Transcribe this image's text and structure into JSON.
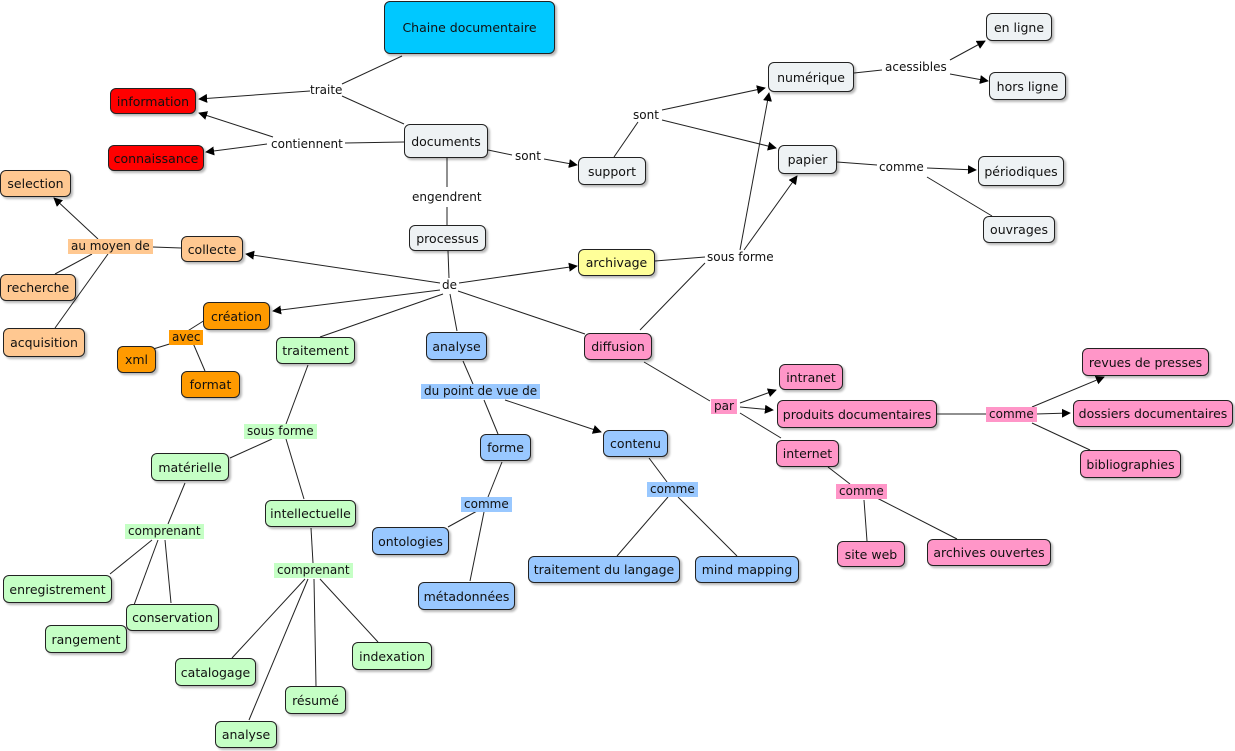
{
  "nodes": {
    "chaine": "Chaine documentaire",
    "information": "information",
    "connaissance": "connaissance",
    "documents": "documents",
    "support": "support",
    "numerique": "numérique",
    "en_ligne": "en ligne",
    "hors_ligne": "hors ligne",
    "papier": "papier",
    "periodiques": "périodiques",
    "ouvrages": "ouvrages",
    "processus": "processus",
    "selection": "selection",
    "collecte": "collecte",
    "recherche": "recherche",
    "acquisition": "acquisition",
    "creation": "création",
    "xml": "xml",
    "format": "format",
    "archivage": "archivage",
    "traitement": "traitement",
    "analyse": "analyse",
    "diffusion": "diffusion",
    "materielle": "matérielle",
    "intellectuelle": "intellectuelle",
    "enregistrement": "enregistrement",
    "conservation": "conservation",
    "rangement": "rangement",
    "catalogage": "catalogage",
    "indexation": "indexation",
    "resume": "résumé",
    "analyse2": "analyse",
    "forme": "forme",
    "contenu": "contenu",
    "ontologies": "ontologies",
    "metadonnees": "métadonnées",
    "traitement_langage": "traitement du langage",
    "mind_mapping": "mind mapping",
    "intranet": "intranet",
    "produits_doc": "produits documentaires",
    "internet": "internet",
    "revues": "revues de presses",
    "dossiers": "dossiers documentaires",
    "bibliographies": "bibliographies",
    "site_web": "site web",
    "archives_ouvertes": "archives ouvertes"
  },
  "links": {
    "traite": "traite",
    "contiennent": "contiennent",
    "sont1": "sont",
    "sont2": "sont",
    "acessibles": "acessibles",
    "comme_papier": "comme",
    "engendrent": "engendrent",
    "de": "de",
    "au_moyen_de": "au moyen de",
    "avec": "avec",
    "sous_forme_archivage": "sous forme",
    "sous_forme_traitement": "sous forme",
    "comprenant1": "comprenant",
    "comprenant2": "comprenant",
    "du_point_de_vue_de": "du point de vue de",
    "comme_forme": "comme",
    "comme_contenu": "comme",
    "par": "par",
    "comme_produits": "comme",
    "comme_internet": "comme"
  },
  "colors": {
    "root": "#00c8ff",
    "red": "#ff0000",
    "gray": "#eef2f4",
    "peach": "#ffc891",
    "orange": "#ff9a00",
    "yellow": "#ffff99",
    "green": "#c5ffc5",
    "blue": "#99c8ff",
    "pink": "#ff96c8"
  }
}
